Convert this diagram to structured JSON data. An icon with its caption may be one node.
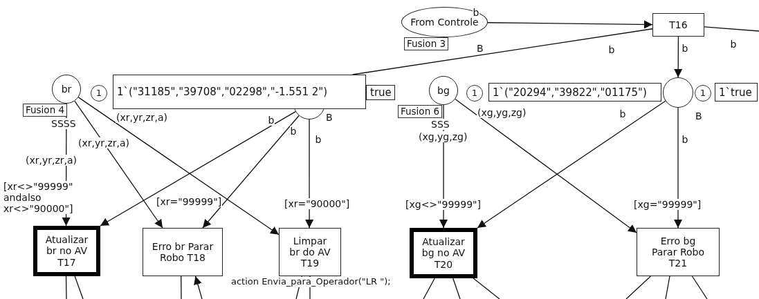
{
  "diagram": {
    "nodes": [
      {
        "text": [
          "From Controle"
        ],
        "beside": [
          "Fusion 3",
          "B"
        ]
      },
      {
        "text": [
          "T16"
        ]
      },
      {
        "text": [
          "br"
        ],
        "beside": [
          "Fusion 4",
          "SSSS"
        ]
      },
      {
        "text": [
          "1"
        ]
      },
      {
        "text": [
          "1`(\"31185\",\"39708\",\"02298\",\"-1.551 2\")"
        ]
      },
      {
        "text": [],
        "shape": "circle",
        "beside": [
          "B"
        ]
      },
      {
        "text": [
          "true"
        ]
      },
      {
        "text": [
          "bg"
        ],
        "beside": [
          "Fusion 6",
          "SSS"
        ]
      },
      {
        "text": [
          "1"
        ]
      },
      {
        "text": [
          "1`(\"20294\",\"39822\",\"01175\")"
        ]
      },
      {
        "text": [],
        "shape": "circle",
        "beside": [
          "B"
        ]
      },
      {
        "text": [
          "1"
        ]
      },
      {
        "text": [
          "1`true"
        ]
      },
      {
        "text": [
          "Atualizar br no AV T17"
        ],
        "beside": [
          "[xr<>\"99999\" andalso xr<>\"90000\"]"
        ]
      },
      {
        "text": [
          "Erro br Parar Robo T18"
        ],
        "beside": [
          "[xr=\"99999\"]"
        ]
      },
      {
        "text": [
          "Limpar br do AV T19"
        ],
        "beside": [
          "[xr=\"90000\"]",
          "action Envia_para_Operador(\"LR \");"
        ]
      },
      {
        "text": [
          "Atualizar bg no AV T20"
        ],
        "beside": [
          "[xg<>\"99999\"]"
        ]
      },
      {
        "text": [
          "Erro bg Parar Robo T21"
        ],
        "beside": [
          "[xg=\"99999\"]"
        ]
      }
    ],
    "edges": [
      {
        "from": 0,
        "to": 1,
        "arrow": "to",
        "label": "b"
      },
      {
        "from": 1,
        "to": null,
        "arrow": "none",
        "label": "b"
      },
      {
        "from": 1,
        "to": 4,
        "arrow": "none",
        "label": "b"
      },
      {
        "from": 1,
        "to": 10,
        "arrow": "to",
        "label": "b"
      },
      {
        "from": 2,
        "to": 13,
        "arrow": "to",
        "label": "(xr,yr,zr,a)"
      },
      {
        "from": 2,
        "to": 14,
        "arrow": "to",
        "label": "(xr,yr,zr,a)"
      },
      {
        "from": 2,
        "to": 15,
        "arrow": "to",
        "label": "(xr,yr,zr,a)"
      },
      {
        "from": 5,
        "to": 13,
        "arrow": "to",
        "label": "b"
      },
      {
        "from": 5,
        "to": 14,
        "arrow": "to",
        "label": "b"
      },
      {
        "from": 5,
        "to": 15,
        "arrow": "to",
        "label": "b"
      },
      {
        "from": 7,
        "to": 16,
        "arrow": "to",
        "label": "(xg,yg,zg)"
      },
      {
        "from": 7,
        "to": 17,
        "arrow": "to",
        "label": "(xg,yg,zg)"
      },
      {
        "from": 10,
        "to": 16,
        "arrow": "to",
        "label": "b"
      },
      {
        "from": 10,
        "to": 17,
        "arrow": "to",
        "label": "b"
      },
      {
        "from": 13,
        "to": null,
        "arrow": "none"
      },
      {
        "from": 13,
        "to": null,
        "arrow": "none"
      },
      {
        "from": 14,
        "to": null,
        "arrow": "none"
      },
      {
        "from": null,
        "to": 14,
        "arrow": "to"
      },
      {
        "from": 15,
        "to": null,
        "arrow": "none"
      },
      {
        "from": null,
        "to": 15,
        "arrow": "to"
      },
      {
        "from": 16,
        "to": null,
        "arrow": "none"
      },
      {
        "from": 16,
        "to": null,
        "arrow": "none"
      },
      {
        "from": 16,
        "to": null,
        "arrow": "none"
      },
      {
        "from": 17,
        "to": null,
        "arrow": "none"
      },
      {
        "from": 17,
        "to": null,
        "arrow": "none"
      },
      {
        "from": 17,
        "to": null,
        "arrow": "none"
      }
    ]
  }
}
